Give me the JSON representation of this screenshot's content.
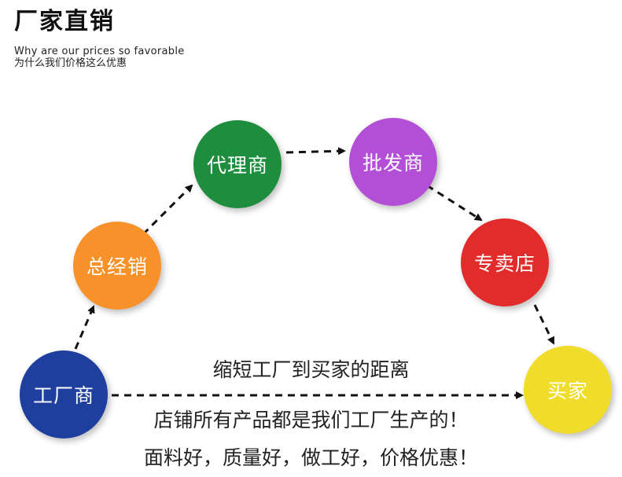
{
  "header": {
    "title": "厂家直销",
    "subtitle_en": "Why are our prices so favorable",
    "subtitle_cn": "为什么我们价格这么优惠"
  },
  "nodes": [
    {
      "label": "工厂商",
      "color": "#1f3f9e"
    },
    {
      "label": "总经销",
      "color": "#f7922a"
    },
    {
      "label": "代理商",
      "color": "#1e8e3e"
    },
    {
      "label": "批发商",
      "color": "#b24fd6"
    },
    {
      "label": "专卖店",
      "color": "#e22b2b"
    },
    {
      "label": "买家",
      "color": "#f0dc2a"
    }
  ],
  "captions": {
    "direct_route": "缩短工厂到买家的距离",
    "line1": "店铺所有产品都是我们工厂生产的！",
    "line2": "面料好，质量好，做工好，价格优惠！"
  },
  "arrow_color": "#111111"
}
